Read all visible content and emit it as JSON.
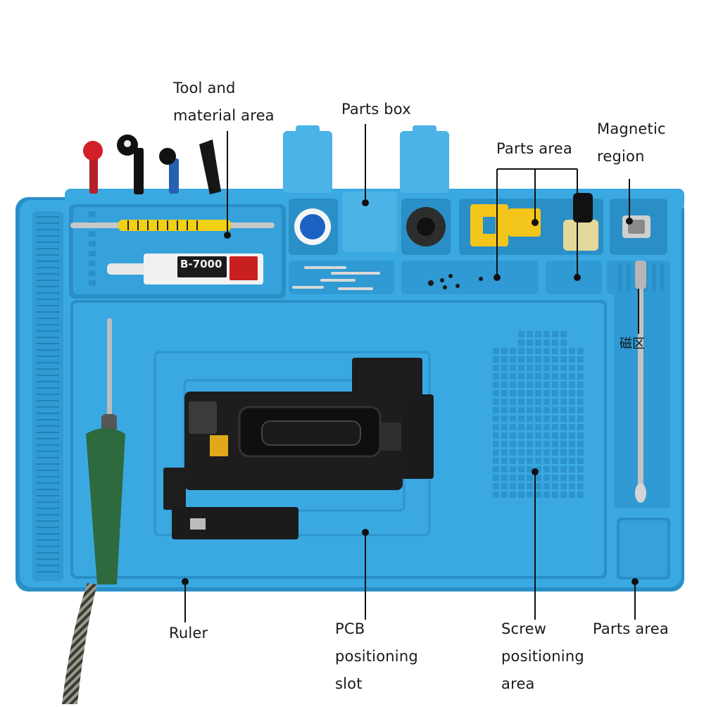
{
  "labels": {
    "tool_material": "Tool and\nmaterial area",
    "parts_box": "Parts box",
    "magnetic_region": "Magnetic\nregion",
    "parts_area_top": "Parts area",
    "ruler": "Ruler",
    "pcb_slot": "PCB\npositioning\nslot",
    "screw_area": "Screw\npositioning\narea",
    "parts_area_bottom": "Parts area"
  },
  "mat_markings": {
    "magnet_cjk": "磁区",
    "tube_brand": "B-7000"
  },
  "colors": {
    "mat": "#3aa9e2",
    "mat_dark": "#2a8fc6",
    "mat_light": "#5cbdea",
    "callout": "#111111"
  }
}
